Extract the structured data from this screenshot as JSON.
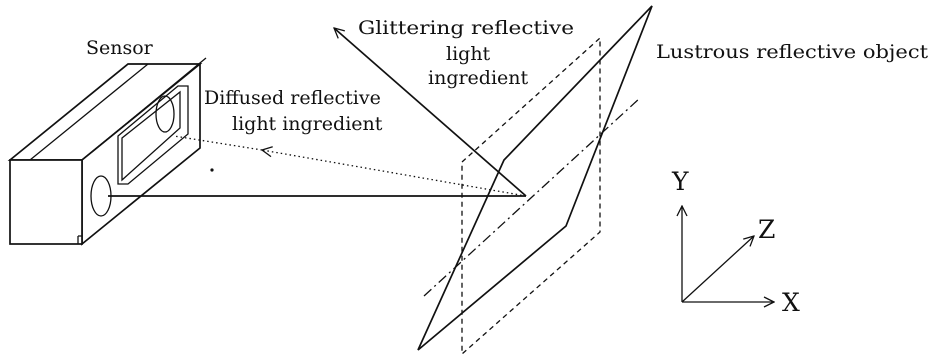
{
  "labels": {
    "sensor": "Sensor",
    "diffused_line1": "Diffused reflective",
    "diffused_line2": "light ingredient",
    "glittering_line1": "Glittering reflective",
    "glittering_line2": "light",
    "glittering_line3": "ingredient",
    "object": "Lustrous reflective object"
  },
  "axes": {
    "x": "X",
    "y": "Y",
    "z": "Z"
  },
  "colors": {
    "ink": "#111111",
    "background": "#ffffff"
  }
}
